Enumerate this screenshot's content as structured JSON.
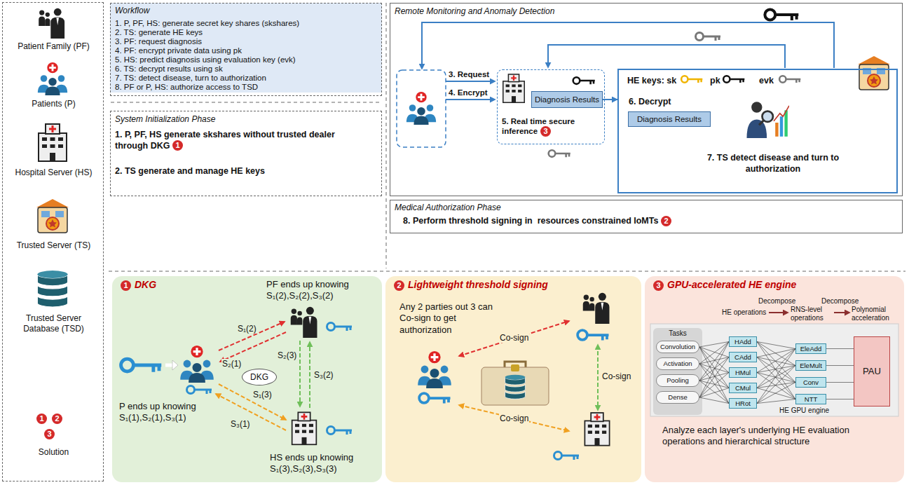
{
  "diagram": {
    "nodes": [
      {
        "text": [
          "Patient Family (PF)",
          "Patients (P)",
          "Hospital Server (HS)",
          "Trusted Server (TS)",
          "Trusted Server Database (TSD)",
          "Solution"
        ]
      },
      {
        "text": [
          "Workflow",
          "1. P, PF, HS: generate secret key shares (skshares)",
          "2. TS: generate HE keys",
          "3. PF: request diagnosis",
          "4. PF: encrypt private data using pk",
          "5. HS: predict diagnosis using evaluation key (evk)",
          "6. TS: decrypt results using sk",
          "7. TS: detect disease, turn to authorization",
          "8. PF or P, HS: authorize access to TSD"
        ]
      },
      {
        "text": [
          "System Initialization Phase",
          "1. P, PF, HS generate skshares without trusted dealer through DKG",
          "2. TS generate and manage HE keys"
        ]
      },
      {
        "text": [
          "Remote Monitoring and Anomaly Detection"
        ]
      },
      {
        "text": [
          "5. Real time secure inference"
        ],
        "in": 3
      },
      {
        "text": [
          "Diagnosis Results"
        ],
        "in": 4
      },
      {
        "text": [
          "HE keys: sk",
          "pk",
          "evk",
          "6. Decrypt",
          "7. TS detect disease and turn to authorization"
        ],
        "in": 3
      },
      {
        "text": [
          "Diagnosis Results"
        ],
        "in": 6
      },
      {
        "text": [
          "Medical Authorization Phase",
          "8. Perform threshold signing in  resources constrained IoMTs"
        ]
      },
      {
        "text": [
          "DKG",
          "PF ends up knowing S₁(2),S₂(2),S₃(2)",
          "P ends up knowing S₁(1),S₂(1),S₃(1)",
          "HS ends up knowing S₁(3),S₂(3),S₃(3)"
        ]
      },
      {
        "text": [
          "DKG"
        ],
        "in": 9
      },
      {
        "text": [
          "Lightweight threshold signing",
          "Any 2 parties out 3 can Co-sign to get authorization"
        ]
      },
      {
        "text": [
          "GPU-accelerated HE engine",
          "Analyze each layer's underlying HE evaluation operations and hierarchical structure"
        ]
      },
      {
        "text": [
          "Tasks"
        ],
        "in": 12
      },
      {
        "text": [
          "Convolution"
        ],
        "in": 13
      },
      {
        "text": [
          "Activation"
        ],
        "in": 13
      },
      {
        "text": [
          "Pooling"
        ],
        "in": 13
      },
      {
        "text": [
          "Dense"
        ],
        "in": 13
      },
      {
        "text": [
          "HAdd"
        ],
        "in": 12
      },
      {
        "text": [
          "CAdd"
        ],
        "in": 12
      },
      {
        "text": [
          "HMul"
        ],
        "in": 12
      },
      {
        "text": [
          "CMul"
        ],
        "in": 12
      },
      {
        "text": [
          "HRot"
        ],
        "in": 12
      },
      {
        "text": [
          "EleAdd"
        ],
        "in": 12
      },
      {
        "text": [
          "EleMult"
        ],
        "in": 12
      },
      {
        "text": [
          "Conv"
        ],
        "in": 12
      },
      {
        "text": [
          "NTT"
        ],
        "in": 12
      },
      {
        "text": [
          "PAU"
        ],
        "in": 12
      }
    ],
    "edges": [
      {
        "from": 5,
        "to": 6,
        "arrow": "to"
      },
      {
        "from": 14,
        "to": 18,
        "arrow": "none"
      },
      {
        "from": 14,
        "to": 19,
        "arrow": "none"
      },
      {
        "from": 14,
        "to": 20,
        "arrow": "none"
      },
      {
        "from": 14,
        "to": 21,
        "arrow": "none"
      },
      {
        "from": 14,
        "to": 22,
        "arrow": "none"
      },
      {
        "from": 15,
        "to": 18,
        "arrow": "none"
      },
      {
        "from": 15,
        "to": 19,
        "arrow": "none"
      },
      {
        "from": 15,
        "to": 20,
        "arrow": "none"
      },
      {
        "from": 15,
        "to": 21,
        "arrow": "none"
      },
      {
        "from": 15,
        "to": 22,
        "arrow": "none"
      },
      {
        "from": 16,
        "to": 18,
        "arrow": "none"
      },
      {
        "from": 16,
        "to": 19,
        "arrow": "none"
      },
      {
        "from": 16,
        "to": 20,
        "arrow": "none"
      },
      {
        "from": 16,
        "to": 21,
        "arrow": "none"
      },
      {
        "from": 16,
        "to": 22,
        "arrow": "none"
      },
      {
        "from": 17,
        "to": 18,
        "arrow": "none"
      },
      {
        "from": 17,
        "to": 19,
        "arrow": "none"
      },
      {
        "from": 17,
        "to": 20,
        "arrow": "none"
      },
      {
        "from": 17,
        "to": 21,
        "arrow": "none"
      },
      {
        "from": 17,
        "to": 22,
        "arrow": "none"
      },
      {
        "from": 18,
        "to": 23,
        "arrow": "none"
      },
      {
        "from": 18,
        "to": 24,
        "arrow": "none"
      },
      {
        "from": 18,
        "to": 25,
        "arrow": "none"
      },
      {
        "from": 18,
        "to": 26,
        "arrow": "none"
      },
      {
        "from": 19,
        "to": 23,
        "arrow": "none"
      },
      {
        "from": 19,
        "to": 24,
        "arrow": "none"
      },
      {
        "from": 19,
        "to": 25,
        "arrow": "none"
      },
      {
        "from": 19,
        "to": 26,
        "arrow": "none"
      },
      {
        "from": 20,
        "to": 23,
        "arrow": "none"
      },
      {
        "from": 20,
        "to": 24,
        "arrow": "none"
      },
      {
        "from": 20,
        "to": 25,
        "arrow": "none"
      },
      {
        "from": 20,
        "to": 26,
        "arrow": "none"
      },
      {
        "from": 21,
        "to": 23,
        "arrow": "none"
      },
      {
        "from": 21,
        "to": 24,
        "arrow": "none"
      },
      {
        "from": 21,
        "to": 25,
        "arrow": "none"
      },
      {
        "from": 21,
        "to": 26,
        "arrow": "none"
      },
      {
        "from": 22,
        "to": 23,
        "arrow": "none"
      },
      {
        "from": 22,
        "to": 24,
        "arrow": "none"
      },
      {
        "from": 22,
        "to": 25,
        "arrow": "none"
      },
      {
        "from": 22,
        "to": 26,
        "arrow": "none"
      },
      {
        "from": 23,
        "to": 27,
        "arrow": "none"
      },
      {
        "from": 24,
        "to": 27,
        "arrow": "none"
      },
      {
        "from": 25,
        "to": 27,
        "arrow": "none"
      },
      {
        "from": 26,
        "to": 27,
        "arrow": "none"
      }
    ],
    "labels": [
      "1",
      "2",
      "3",
      "1",
      "3. Request",
      "4. Encrypt",
      "3",
      "2",
      "1",
      "S₁(2)",
      "S₂(1)",
      "S₂(3)",
      "S₃(2)",
      "S₁(3)",
      "S₃(1)",
      "2",
      "Co-sign",
      "Co-sign",
      "Co-sign",
      "3",
      "HE operations",
      "Decompose",
      "RNS-level operations",
      "Decompose",
      "Polynomial acceleration",
      "HE GPU engine"
    ]
  }
}
